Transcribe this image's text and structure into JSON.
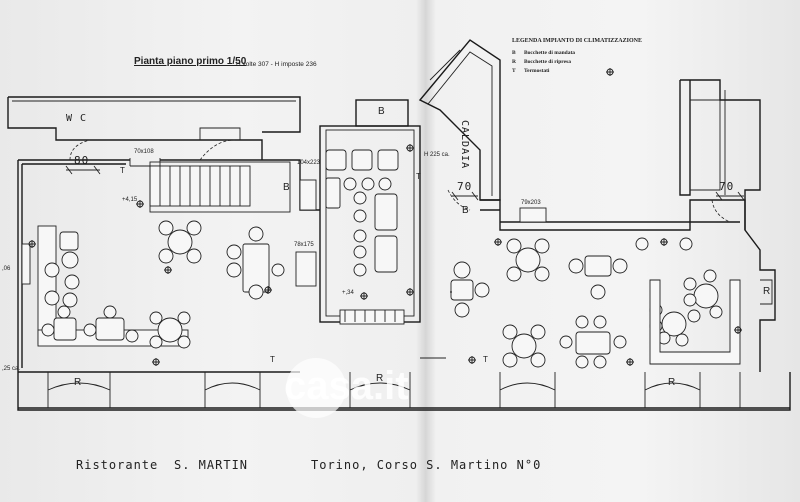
{
  "plan": {
    "title": "Pianta piano primo 1/50",
    "subtitle": "H volte 307 - H imposte 236"
  },
  "legend": {
    "title": "LEGENDA IMPIANTO DI CLIMATIZZAZIONE",
    "items": [
      {
        "code": "B",
        "label": "Bocchette di mandata"
      },
      {
        "code": "R",
        "label": "Bocchette di ripresa"
      },
      {
        "code": "T",
        "label": "Termostati"
      }
    ]
  },
  "labels": {
    "wc": "W C",
    "caldaia": "CALDAIA",
    "dim_80": "80",
    "dim_70_left": "70",
    "dim_70_right": "70",
    "size_70x108": "70x108",
    "size_104x223": "104x223",
    "size_78x175": "78x175",
    "size_79x203": "79x203",
    "h225": "H 225 ca.",
    "level_415": "+4,15",
    "level_34": "+,34",
    "level_25": ",25 ca.",
    "level_06": ",06",
    "b": "B",
    "r": "R",
    "t": "T"
  },
  "footer": {
    "restaurant_label": "Ristorante",
    "restaurant_name": "S. MARTIN",
    "address": "Torino, Corso S. Martino N°0"
  },
  "watermark": {
    "text": "casa.it"
  }
}
